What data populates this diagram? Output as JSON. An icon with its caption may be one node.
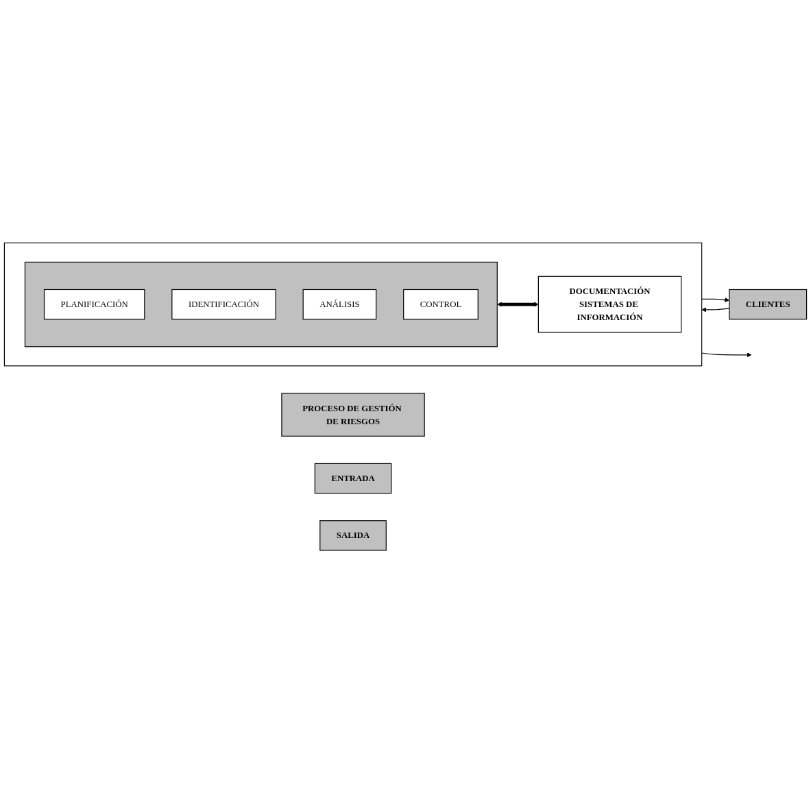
{
  "diagram": {
    "nodes": [
      {
        "text": [
          "PROCESO DE GESTIÓN DE RIESGOS"
        ]
      },
      {
        "text": [
          "ENTRADA"
        ]
      },
      {
        "text": [
          "CLIENTES"
        ]
      },
      {
        "text": [],
        "shape": "box"
      },
      {
        "text": [],
        "shape": "box",
        "in": 3
      },
      {
        "text": [
          "PLANIFICACIÓN"
        ],
        "in": 4
      },
      {
        "text": [
          "IDENTIFICACIÓN"
        ],
        "in": 4
      },
      {
        "text": [
          "ANÁLISIS"
        ],
        "in": 4
      },
      {
        "text": [
          "CONTROL"
        ],
        "in": 4
      },
      {
        "text": [
          "DOCUMENTACIÓN",
          "SISTEMAS DE INFORMACIÓN"
        ],
        "in": 3
      },
      {
        "text": [
          "SALIDA"
        ]
      }
    ],
    "edges": [
      {
        "from": 2,
        "to": 3,
        "arrow": "to"
      },
      {
        "from": 3,
        "to": 2,
        "arrow": "to"
      },
      {
        "from": 3,
        "to": null,
        "arrow": "to"
      },
      {
        "from": 4,
        "to": 9,
        "arrow": "both",
        "style": "thick"
      }
    ]
  }
}
